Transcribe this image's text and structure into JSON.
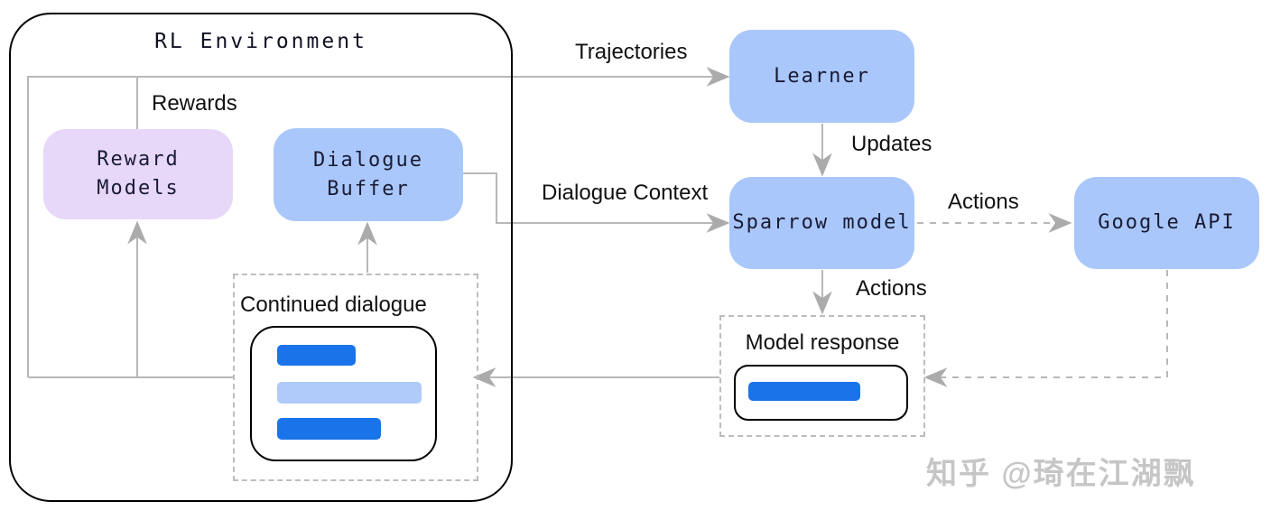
{
  "environment": {
    "title": "RL Environment"
  },
  "nodes": {
    "reward_models": {
      "label": "Reward\nModels",
      "color": "#e7d8f9"
    },
    "dialogue_buffer": {
      "label": "Dialogue\nBuffer",
      "color": "#a9c7fb"
    },
    "learner": {
      "label": "Learner",
      "color": "#a9c7fb"
    },
    "sparrow_model": {
      "label": "Sparrow model",
      "color": "#a9c7fb"
    },
    "google_api": {
      "label": "Google API",
      "color": "#a9c7fb"
    }
  },
  "groups": {
    "continued_dialogue": {
      "label": "Continued dialogue",
      "bar_colors": [
        "#1a73e8",
        "#b0cbfa",
        "#1a73e8"
      ]
    },
    "model_response": {
      "label": "Model response",
      "bar_colors": [
        "#1a73e8"
      ]
    }
  },
  "edges": {
    "trajectories": {
      "label": "Trajectories"
    },
    "rewards": {
      "label": "Rewards"
    },
    "updates": {
      "label": "Updates"
    },
    "dialogue_context": {
      "label": "Dialogue Context"
    },
    "actions_to_google": {
      "label": "Actions"
    },
    "actions_to_response": {
      "label": "Actions"
    }
  },
  "watermark": {
    "text": "知乎 @琦在江湖飘"
  },
  "colors": {
    "node_blue": "#a9c7fb",
    "node_purple": "#e7d8f9",
    "node_text": "#191b33",
    "connector_gray": "#b8b8b8",
    "arrowhead_gray": "#ababab",
    "dashed_border_gray": "#bdbdbd",
    "bar_blue": "#1a73e8",
    "bar_light_blue": "#b0cbfa",
    "border_black": "#000000",
    "watermark_gray": "#c6c6c6"
  }
}
